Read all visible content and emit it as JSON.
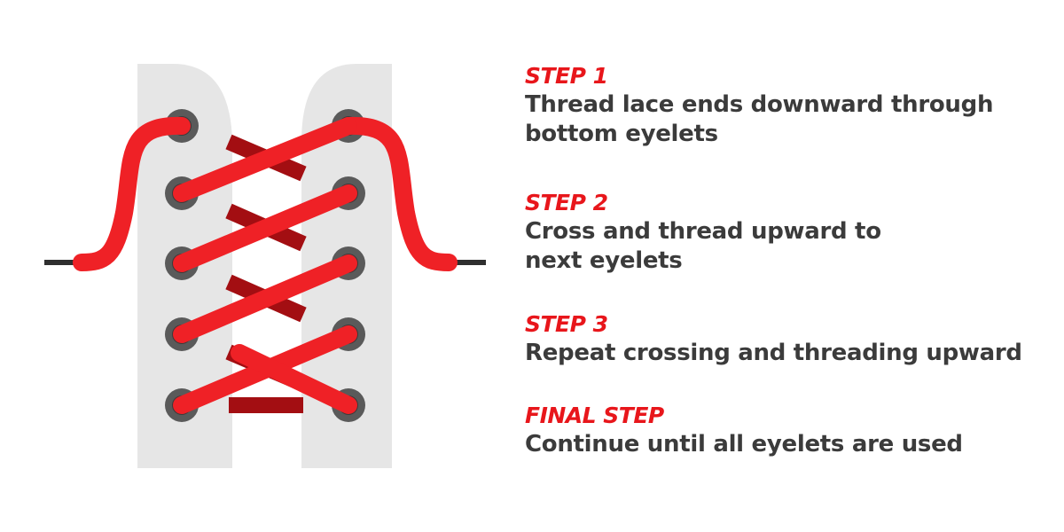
{
  "colors": {
    "heading": "#e8161b",
    "body_text": "#3b3b3b",
    "panel": "#e6e6e6",
    "lace_front": "#ef2126",
    "lace_back": "#a30e12",
    "eyelet_ring": "#5a5a5a",
    "eyelet_hole": "#3a3a3a",
    "aglet": "#2f2f2f"
  },
  "icons": {
    "eyelet": "eyelet-icon",
    "lace": "lace-icon",
    "aglet": "aglet-icon"
  },
  "steps": [
    {
      "heading": "STEP 1",
      "line1": "Thread lace ends downward through",
      "line2": "bottom eyelets"
    },
    {
      "heading": "STEP 2",
      "line1": "Cross and thread upward to",
      "line2": "next eyelets"
    },
    {
      "heading": "STEP 3",
      "line1": "Repeat crossing and threading upward",
      "line2": ""
    },
    {
      "heading": "FINAL STEP",
      "line1": "Continue until all eyelets are used",
      "line2": ""
    }
  ]
}
